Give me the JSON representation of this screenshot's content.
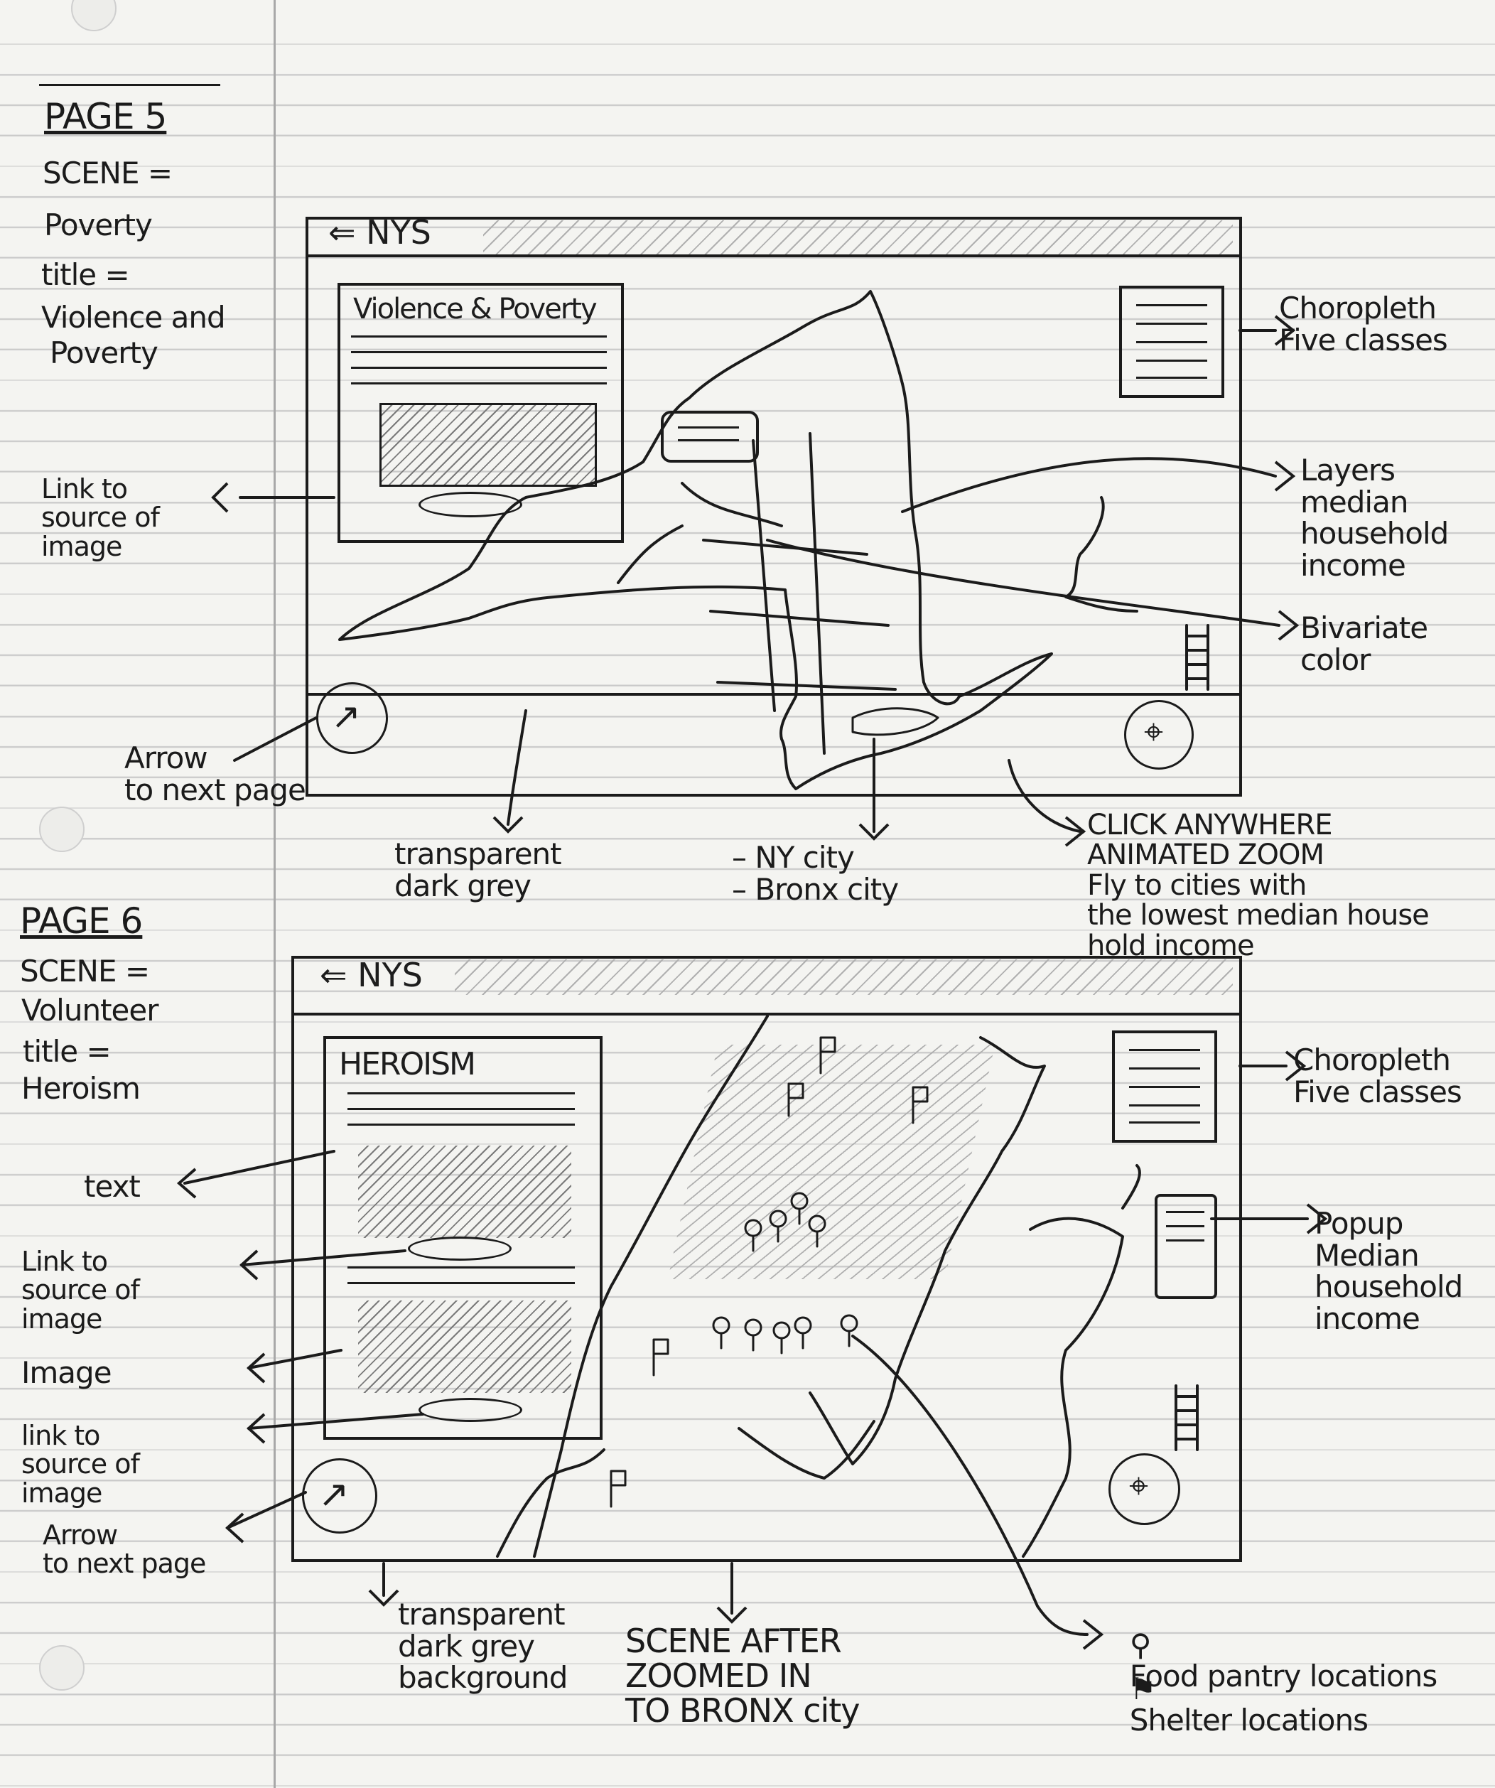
{
  "page5": {
    "heading": "PAGE 5",
    "scene_label": "SCENE =",
    "scene_value": "Poverty",
    "title_label": "title =",
    "title_value_1": "Violence and",
    "title_value_2": "Poverty",
    "nav_label": "NYS",
    "panel_title": "Violence & Poverty",
    "notes": {
      "link_to_source": "Link to\nsource of\nimage",
      "arrow_next": "Arrow\nto next page",
      "transparent": "transparent\ndark grey",
      "cities": "– NY city\n– Bronx city",
      "click_anywhere": "CLICK ANYWHERE\nANIMATED ZOOM\nFly to cities with\nthe lowest median house\nhold income",
      "choropleth": "Choropleth\nFive classes",
      "layers": "Layers\nmedian\nhousehold\nincome",
      "bivariate": "Bivariate\ncolor"
    }
  },
  "page6": {
    "heading": "PAGE 6",
    "scene_label": "SCENE =",
    "scene_value": "Volunteer",
    "title_label": "title =",
    "title_value": "Heroism",
    "nav_label": "NYS",
    "panel_title": "HEROISM",
    "notes": {
      "text": "text",
      "link_to_source_1": "Link to\nsource of\nimage",
      "image": "Image",
      "link_to_source_2": "link to\nsource of\nimage",
      "arrow_next": "Arrow\nto next page",
      "transparent": "transparent\ndark grey\nbackground",
      "scene_after": "SCENE AFTER\nZOOMED IN\nTO BRONX city",
      "choropleth": "Choropleth\nFive classes",
      "popup": "Popup\nMedian\nhousehold\nincome",
      "food_pantry": "Food pantry locations",
      "shelter": "Shelter locations"
    }
  },
  "colors": {
    "ink": "#1b1b1b",
    "paper": "#f4f4f1",
    "rule": "#c9c9c9",
    "hatch": "#7a7a7a"
  },
  "icons": {
    "back": "back-arrow-icon",
    "next": "next-arrow-icon",
    "pin": "map-pin-icon",
    "flag": "shelter-flag-icon",
    "ladder": "zoom-control-icon",
    "pointer": "double-arrow-pointer-icon"
  }
}
